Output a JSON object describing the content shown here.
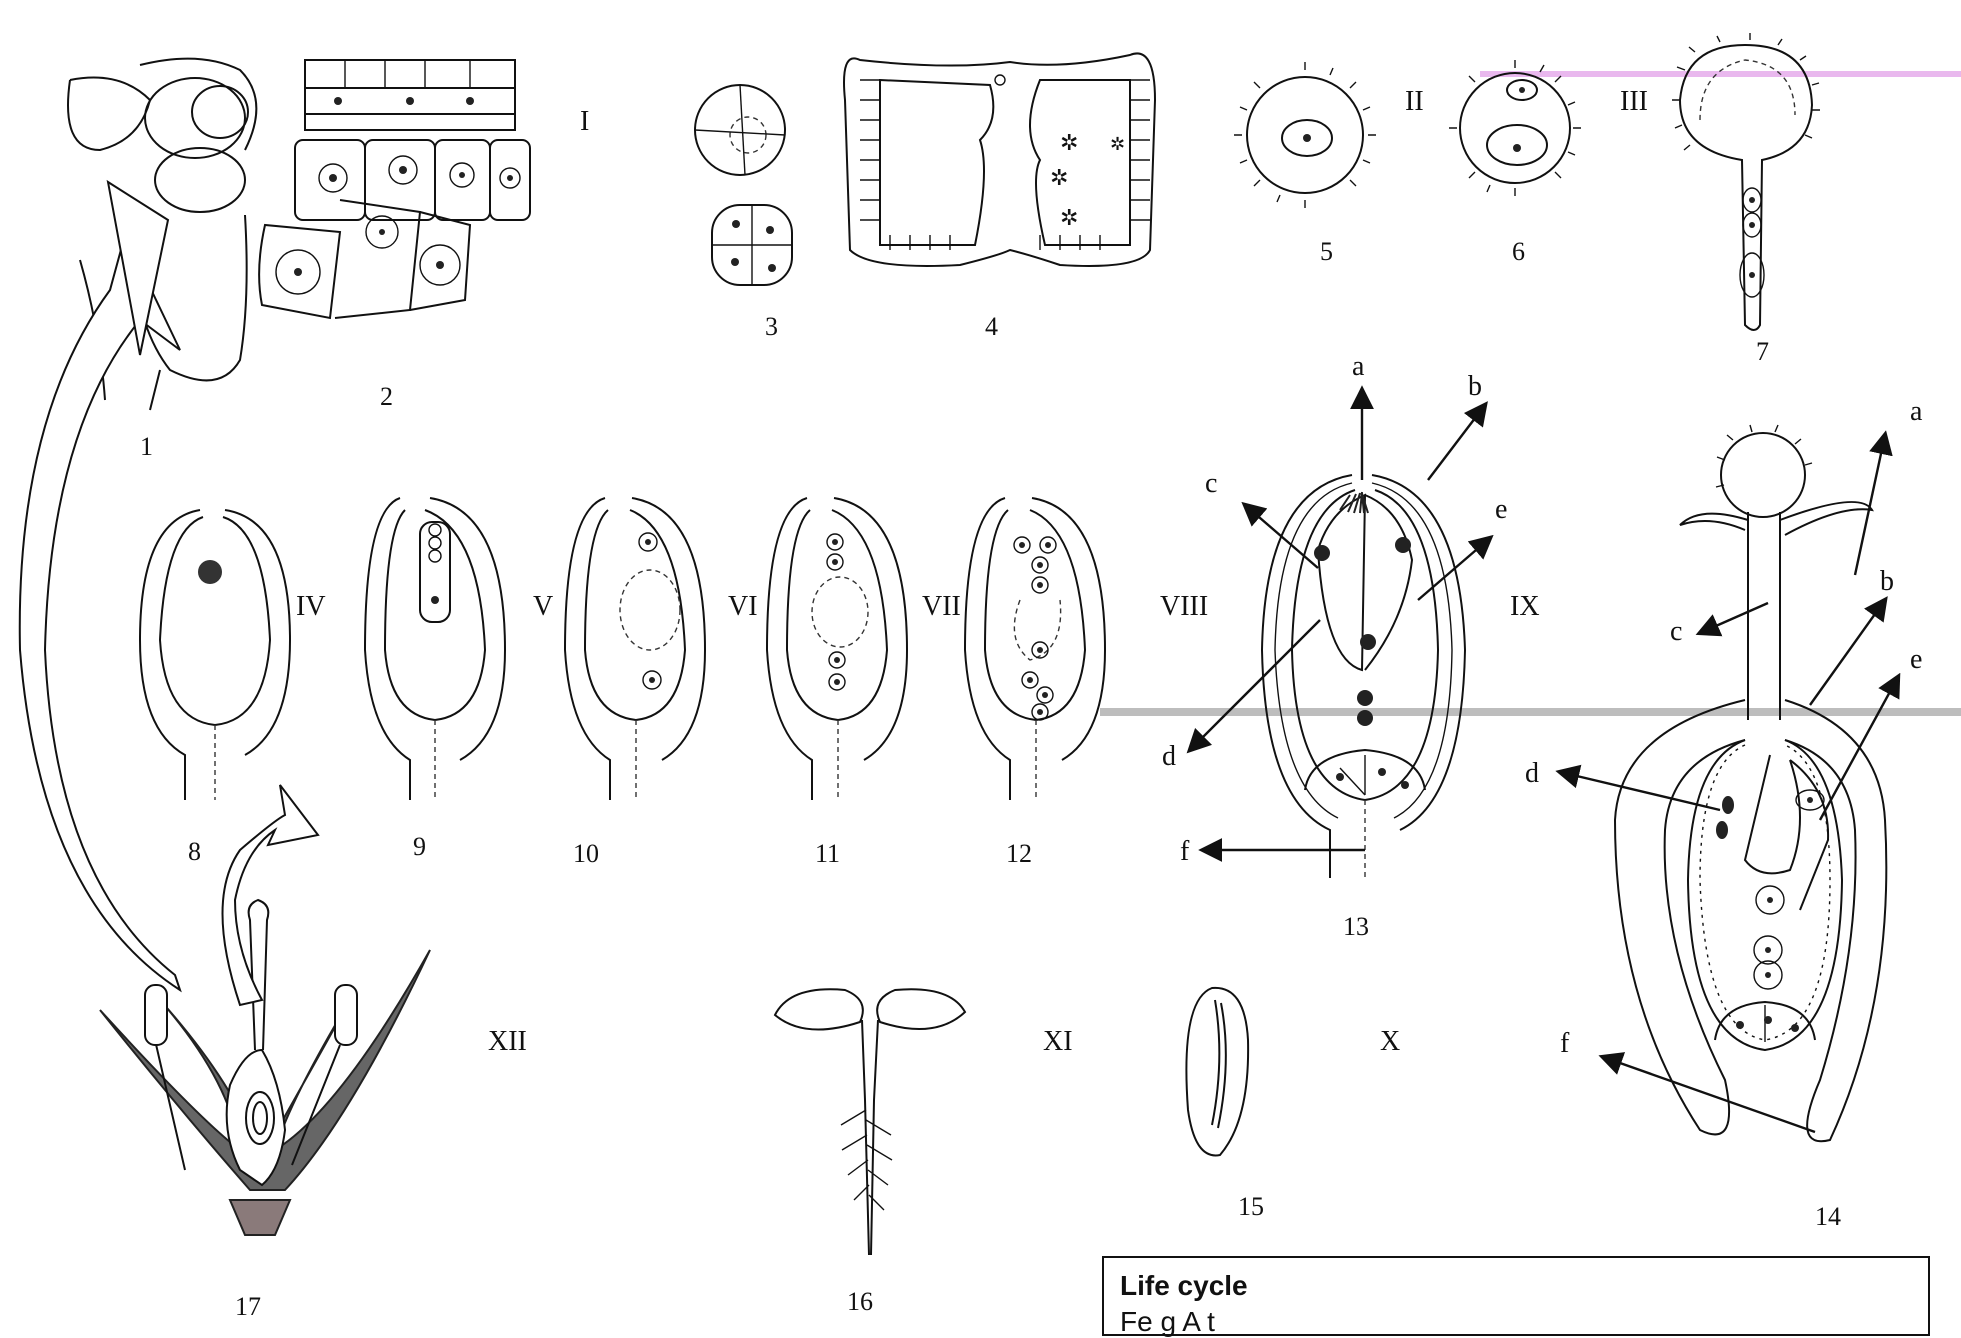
{
  "stage_labels": [
    "I",
    "II",
    "III",
    "IV",
    "V",
    "VI",
    "VII",
    "VIII",
    "IX",
    "X",
    "XI",
    "XII"
  ],
  "figure_numbers": [
    "1",
    "2",
    "3",
    "4",
    "5",
    "6",
    "7",
    "8",
    "9",
    "10",
    "11",
    "12",
    "13",
    "14",
    "15",
    "16",
    "17"
  ],
  "fig13_labels": {
    "a": "a",
    "b": "b",
    "c": "c",
    "d": "d",
    "e": "e",
    "f": "f"
  },
  "fig14_labels": {
    "a": "a",
    "b": "b",
    "c": "c",
    "d": "d",
    "e": "e",
    "f": "f"
  },
  "legend": {
    "title": "Life cycle",
    "subtitle": "Fe  g   A  t"
  }
}
